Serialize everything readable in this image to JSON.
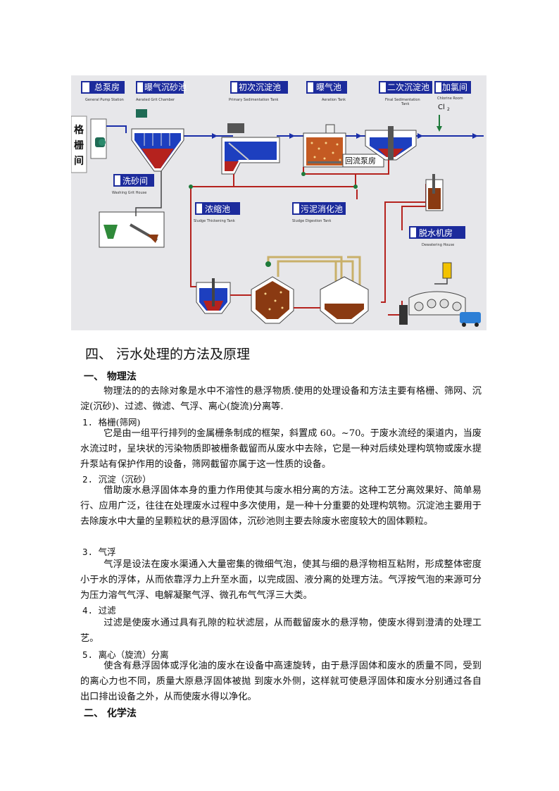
{
  "diagram": {
    "labels": {
      "pump": "总泵房",
      "pump_en": "General Pump Station",
      "grit": "曝气沉砂池",
      "grit_en": "Aerated Grit  Chamber",
      "primary": "初次沉淀池",
      "primary_en": "Primary Sedimentation Tank",
      "aeration": "曝气池",
      "aeration_en": "Aeration Tank",
      "secondary": "二次沉淀池",
      "secondary_en": "Final Sedimentation Tank",
      "chlorine": "加氯间",
      "chlorine_en": "Chlorine Room",
      "cl2": "Cl",
      "screen_room": [
        "格",
        "栅",
        "间"
      ],
      "return_pump": "回流泵房",
      "wash": "洗砂间",
      "wash_en": "Washing Grit House",
      "thickening": "浓缩池",
      "thickening_en": "Sludge Thickening Tank",
      "digestion": "污泥消化池",
      "digestion_en": "Sludge Digestion Tank",
      "dewatering": "脱水机房",
      "dewatering_en": "Dewatering House"
    },
    "colors": {
      "pipe": "#1a2ea8",
      "sludge": "#b5221e",
      "gas": "#c9b06a",
      "water": "#1d3fbf",
      "mud": "#8a3a12"
    }
  },
  "section_title": "四、 污水处理的方法及原理",
  "physical": {
    "heading": "一、  物理法",
    "intro": "物理法的的去除对象是水中不溶性的悬浮物质.使用的处理设备和方法主要有格栅、筛网、沉淀(沉砂)、过滤、微滤、气浮、离心(旋流)分离等.",
    "items": [
      {
        "num": "1.",
        "title": "格栅(筛网)",
        "text": "它是由一组平行排列的金属栅条制成的框架，斜置成 60。~70。于废水流经的渠道内，当废水流过时，呈块状的污染物质即被栅条截留而从废水中去除，它是一种对后续处理构筑物或废水提升泵站有保护作用的设备，筛网截留亦属于这一性质的设备。"
      },
      {
        "num": "2.",
        "title": "沉淀（沉砂）",
        "text": "借助废水悬浮固体本身的重力作用使其与废水相分离的方法。这种工艺分离效果好、简单易行、应用广泛，往往在处理废水过程中多次使用，是一种十分重要的处理构筑物。沉淀池主要用于去除废水中大量的呈颗粒状的悬浮固体，沉砂池则主要去除废水密度较大的固体颗粒。"
      },
      {
        "num": "3.",
        "title": "气浮",
        "text": "气浮是设法在废水渠通入大量密集的微细气泡，使其与细的悬浮物相互粘附，形成整体密度小于水的浮体，从而依靠浮力上升至水面，以完成固、液分离的处理方法。气浮按气泡的来源可分为压力溶气气浮、电解凝聚气浮、微孔布气气浮三大类。"
      },
      {
        "num": "4.",
        "title": "过滤",
        "text": "过滤是使废水通过具有孔隙的粒状滤层，从而截留废水的悬浮物，使废水得到澄清的处理工艺。"
      },
      {
        "num": "5.",
        "title": "离心（旋流）分离",
        "text": "使含有悬浮固体或浮化油的废水在设备中高速旋转，由于悬浮固体和废水的质量不同，受到的离心力也不同，质量大原悬浮固体被抛 到废水外侧，这样就可使悬浮固体和废水分别通过各自出口排出设备之外，从而使废水得以净化。"
      }
    ]
  },
  "chemical": {
    "heading": "二、  化学法"
  }
}
